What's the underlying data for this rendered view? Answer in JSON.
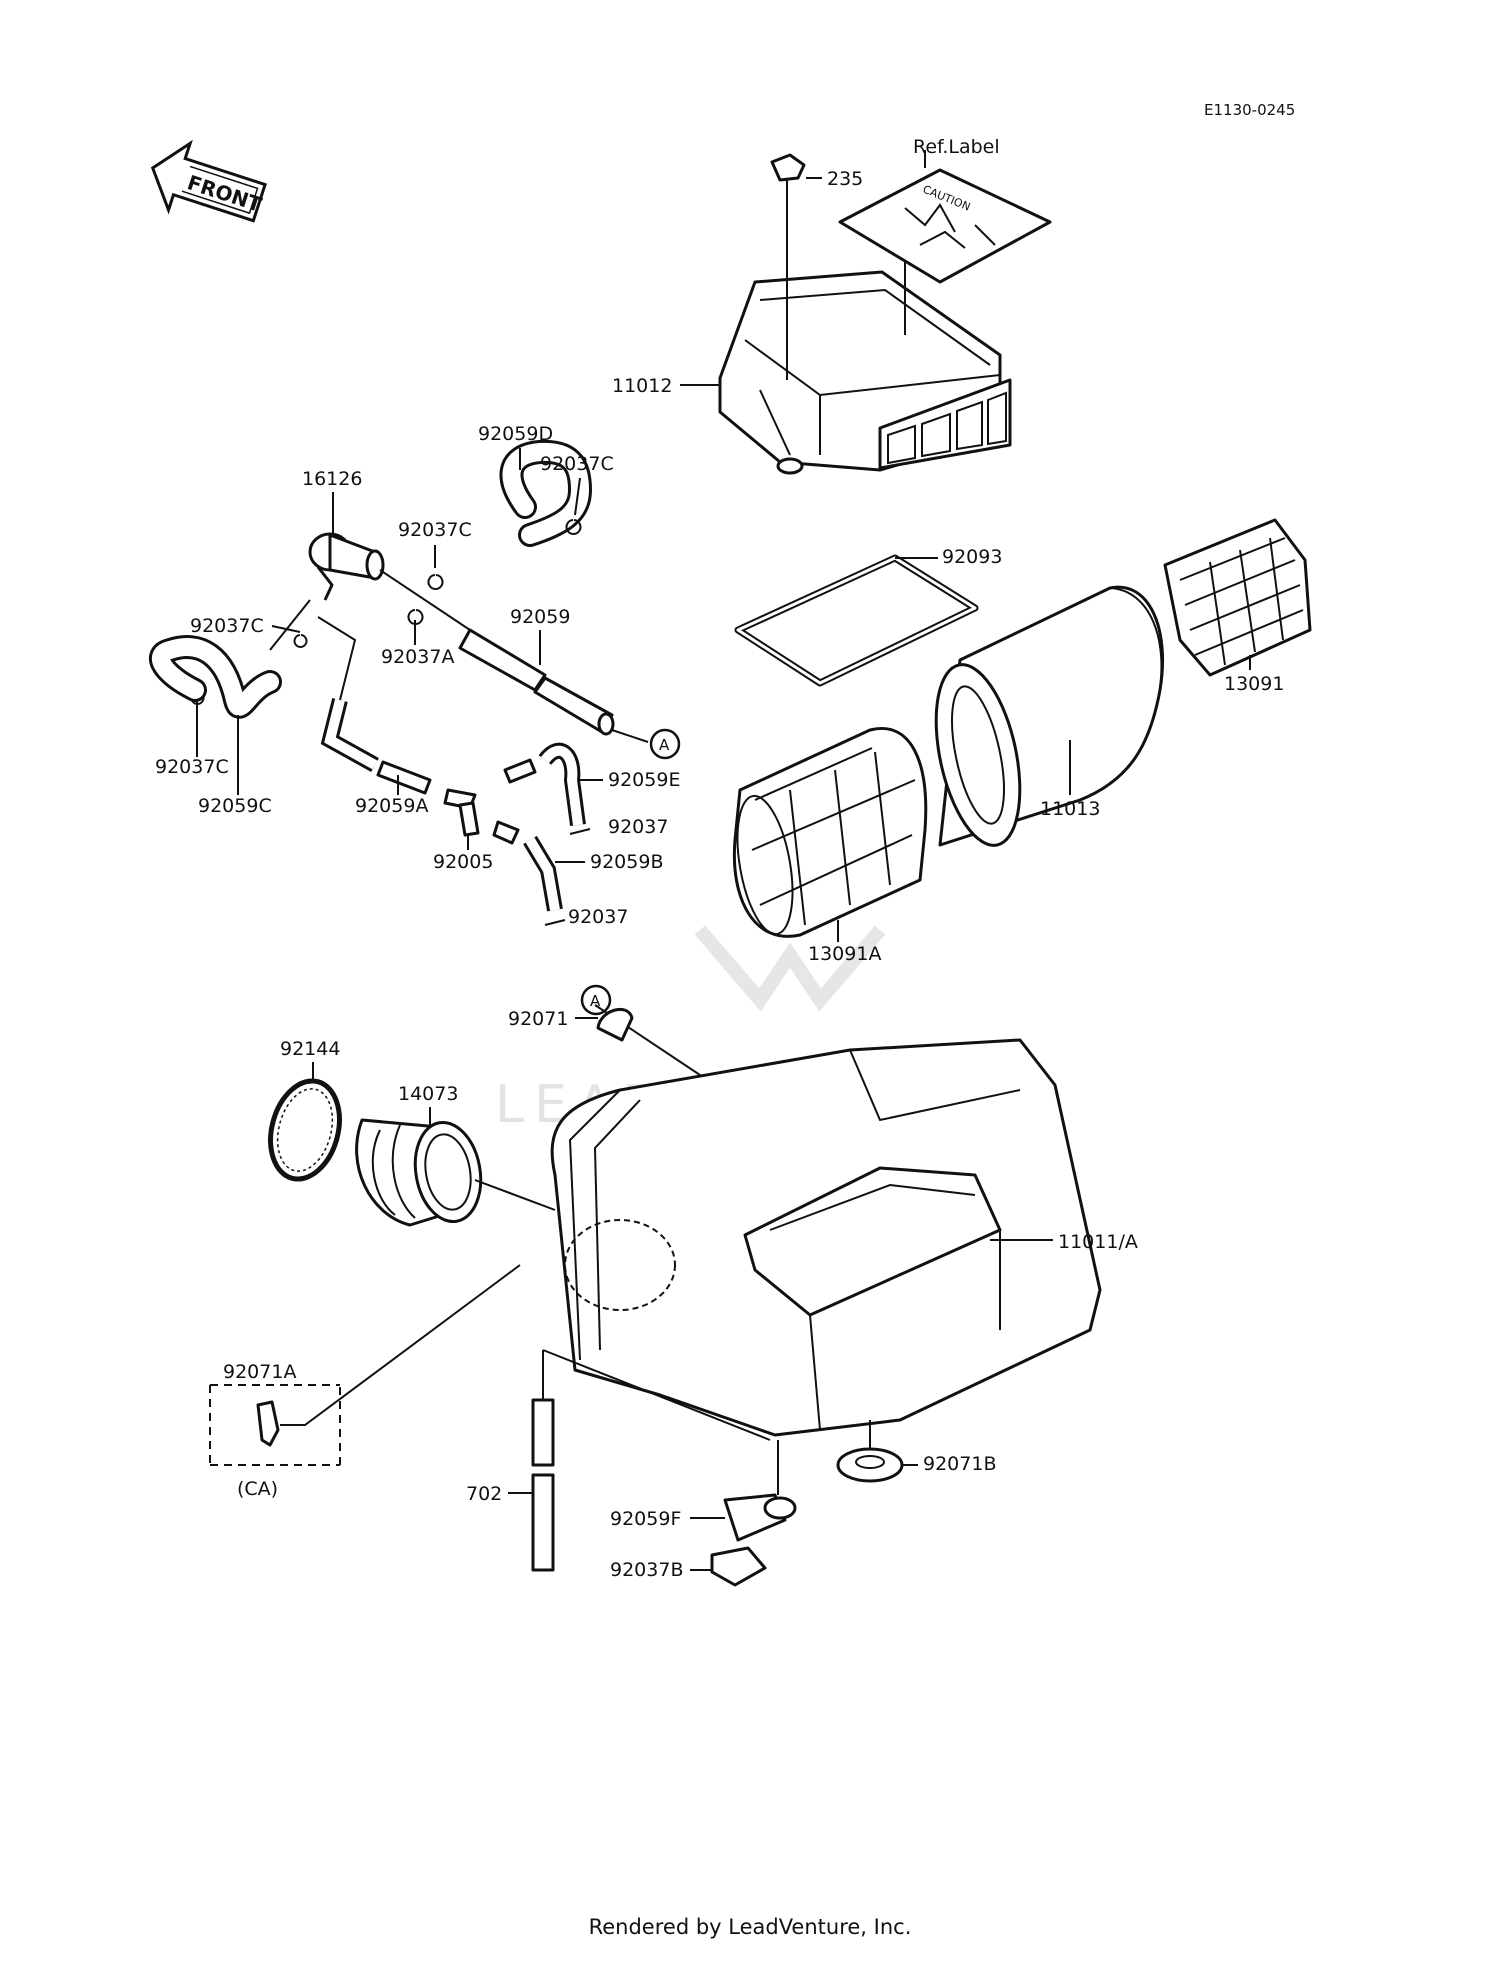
{
  "diagram_code": "E1130-0245",
  "direction_label": "FRONT",
  "footer": "Rendered by LeadVenture, Inc.",
  "watermark": "LEADVENTURE",
  "ref_label": "Ref.Label",
  "caution_text": "CAUTION",
  "group_note": "(CA)",
  "callout_letter": "A",
  "parts": {
    "p235": "235",
    "p11012": "11012",
    "p92059D": "92059D",
    "p92037C_1": "92037C",
    "p16126": "16126",
    "p92037C_2": "92037C",
    "p92093": "92093",
    "p92037C_3": "92037C",
    "p92037A": "92037A",
    "p92059": "92059",
    "p13091": "13091",
    "p92037C_4": "92037C",
    "p92059C": "92059C",
    "p92059A": "92059A",
    "p92059E": "92059E",
    "p92037_1": "92037",
    "p11013": "11013",
    "p92005": "92005",
    "p92059B": "92059B",
    "p92037_2": "92037",
    "p13091A": "13091A",
    "p92071": "92071",
    "p92144": "92144",
    "p14073": "14073",
    "p11011A": "11011/A",
    "p92071A": "92071A",
    "p92071B": "92071B",
    "p702": "702",
    "p92059F": "92059F",
    "p92037B": "92037B"
  }
}
